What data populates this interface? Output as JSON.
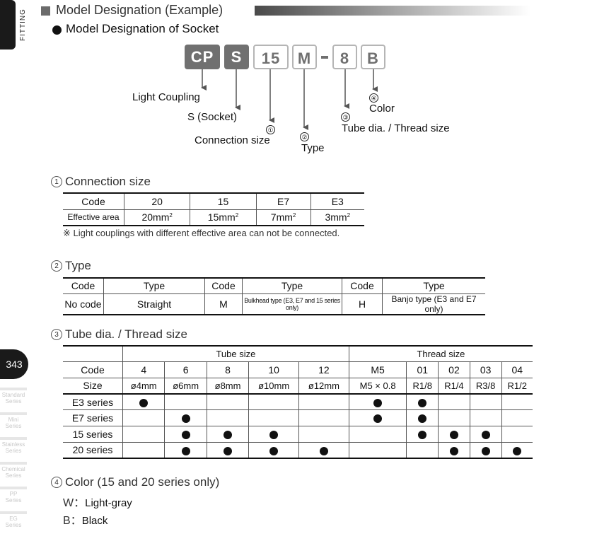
{
  "side_tab": "FITTING",
  "page_number": "343",
  "series_nav": [
    {
      "l1": "Standard",
      "l2": "Series"
    },
    {
      "l1": "Mini",
      "l2": "Series"
    },
    {
      "l1": "Stainless",
      "l2": "Series"
    },
    {
      "l1": "Chemical",
      "l2": "Series"
    },
    {
      "l1": "PP",
      "l2": "Series"
    },
    {
      "l1": "EG",
      "l2": "Series"
    }
  ],
  "title": "Model Designation (Example)",
  "subtitle": "Model Designation of Socket",
  "code": {
    "cp": "CP",
    "s": "S",
    "size": "15",
    "type": "M",
    "tube": "8",
    "color": "B"
  },
  "callouts": {
    "light_coupling": "Light Coupling",
    "socket": "S (Socket)",
    "n1": "①",
    "connection_size": "Connection size",
    "n2": "②",
    "type": "Type",
    "n3": "③",
    "tube": "Tube dia. / Thread size",
    "n4": "④",
    "color": "Color"
  },
  "sec1": {
    "num": "1",
    "title": "Connection size",
    "row1": [
      "Code",
      "20",
      "15",
      "E7",
      "E3"
    ],
    "row2_label": "Effective area",
    "row2": [
      "20mm",
      "15mm",
      "7mm",
      "3mm"
    ],
    "sq": "2",
    "note": "※ Light couplings with different effective area can not be connected."
  },
  "sec2": {
    "num": "2",
    "title": "Type",
    "header": [
      "Code",
      "Type",
      "Code",
      "Type",
      "Code",
      "Type"
    ],
    "row": [
      "No code",
      "Straight",
      "M",
      "Bulkhead type (E3, E7 and 15 series only)",
      "H",
      "Banjo type (E3 and E7 only)"
    ]
  },
  "sec3": {
    "num": "3",
    "title": "Tube dia. / Thread size",
    "group_tube": "Tube size",
    "group_thread": "Thread size",
    "code_label": "Code",
    "codes": [
      "4",
      "6",
      "8",
      "10",
      "12",
      "M5",
      "01",
      "02",
      "03",
      "04"
    ],
    "size_label": "Size",
    "sizes": [
      "ø4mm",
      "ø6mm",
      "ø8mm",
      "ø10mm",
      "ø12mm",
      "M5 × 0.8",
      "R1/8",
      "R1/4",
      "R3/8",
      "R1/2"
    ],
    "rows": [
      {
        "label": "E3 series",
        "avail": [
          1,
          0,
          0,
          0,
          0,
          1,
          1,
          0,
          0,
          0
        ]
      },
      {
        "label": "E7 series",
        "avail": [
          0,
          1,
          0,
          0,
          0,
          1,
          1,
          0,
          0,
          0
        ]
      },
      {
        "label": "15 series",
        "avail": [
          0,
          1,
          1,
          1,
          0,
          0,
          1,
          1,
          1,
          0
        ]
      },
      {
        "label": "20 series",
        "avail": [
          0,
          1,
          1,
          1,
          1,
          0,
          0,
          1,
          1,
          1
        ]
      }
    ]
  },
  "sec4": {
    "num": "4",
    "title": "Color (15 and 20 series only)",
    "w_key": "W：",
    "w_val": "Light-gray",
    "b_key": "B：",
    "b_val": "Black"
  }
}
